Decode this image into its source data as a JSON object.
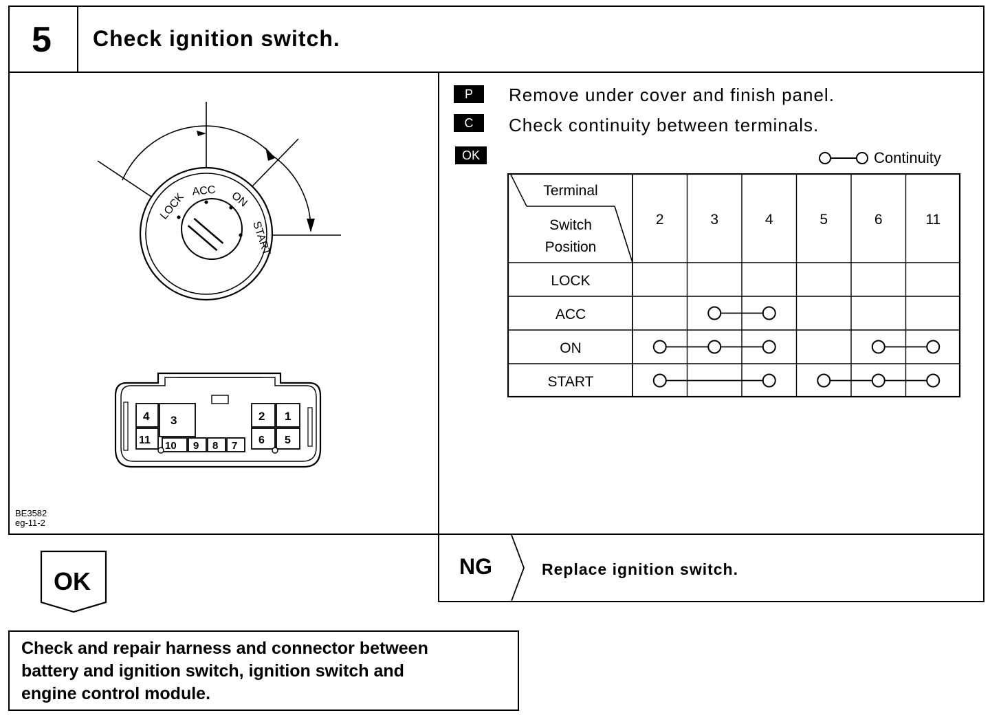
{
  "step": {
    "number": "5",
    "title": "Check ignition switch."
  },
  "figure": {
    "switch_positions": [
      "LOCK",
      "ACC",
      "ON",
      "START"
    ],
    "connector_pins": [
      "4",
      "3",
      "2",
      "1",
      "11",
      "10",
      "9",
      "8",
      "7",
      "6",
      "5"
    ],
    "code_line1": "BE3582",
    "code_line2": "eg-11-2"
  },
  "instructions": [
    {
      "tag": "P",
      "text": "Remove under cover and finish panel."
    },
    {
      "tag": "C",
      "text": "Check continuity between terminals."
    }
  ],
  "ok_tag": "OK",
  "legend": {
    "label": "Continuity"
  },
  "table": {
    "header_terminal": "Terminal",
    "header_switch_line1": "Switch",
    "header_switch_line2": "Position",
    "terminals": [
      "2",
      "3",
      "4",
      "5",
      "6",
      "11"
    ],
    "rows": [
      {
        "position": "LOCK",
        "connections": []
      },
      {
        "position": "ACC",
        "connections": [
          [
            "3",
            "4"
          ]
        ]
      },
      {
        "position": "ON",
        "connections": [
          [
            "2",
            "3",
            "4"
          ],
          [
            "6",
            "11"
          ]
        ]
      },
      {
        "position": "START",
        "connections": [
          [
            "2",
            "4"
          ],
          [
            "5",
            "6",
            "11"
          ]
        ]
      }
    ]
  },
  "result_ok": {
    "label": "OK",
    "text_line1": "Check and repair harness and connector between",
    "text_line2": "battery and ignition switch, ignition switch and",
    "text_line3": "engine control module."
  },
  "result_ng": {
    "label": "NG",
    "text": "Replace ignition switch."
  }
}
